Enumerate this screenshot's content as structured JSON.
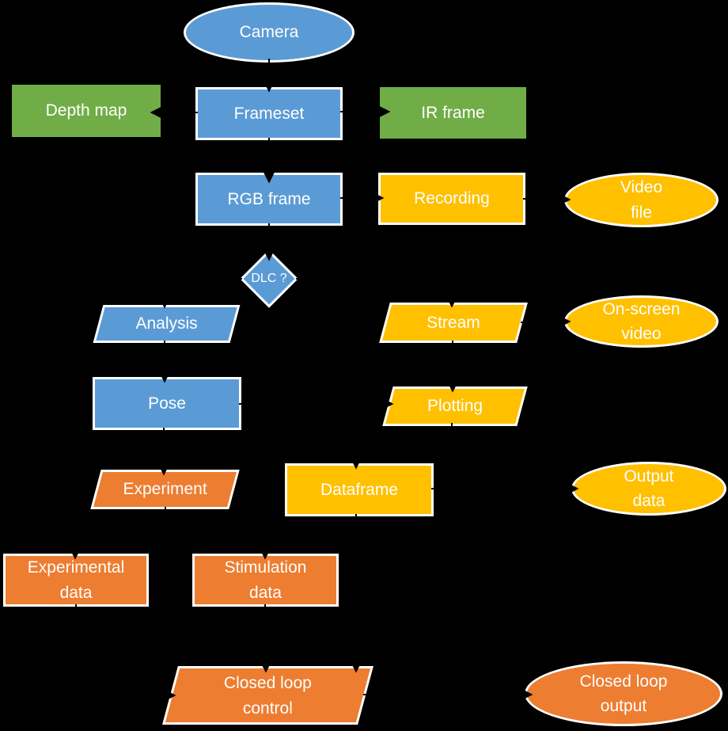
{
  "diagram": {
    "colors": {
      "blue": "#5B9BD5",
      "green": "#70AD47",
      "gold": "#FFC000",
      "orange": "#ED7D31",
      "border": "#FFFFFF",
      "text": "#FFFFFF",
      "background": "#000000",
      "connector": "#000000"
    },
    "nodes": {
      "camera": {
        "label": "Camera",
        "shape": "ellipse",
        "color": "blue",
        "border": true
      },
      "depth_map": {
        "label": "Depth map",
        "shape": "rect",
        "color": "green",
        "border": false
      },
      "frameset": {
        "label": "Frameset",
        "shape": "rect",
        "color": "blue",
        "border": true
      },
      "ir_frame": {
        "label": "IR frame",
        "shape": "rect",
        "color": "green",
        "border": false
      },
      "rgb_frame": {
        "label": "RGB frame",
        "shape": "rect",
        "color": "blue",
        "border": true
      },
      "recording": {
        "label": "Recording",
        "shape": "rect",
        "color": "gold",
        "border": true
      },
      "video_file": {
        "label": "Video\nfile",
        "shape": "ellipse",
        "color": "gold",
        "border": true
      },
      "dlc": {
        "label": "DLC ?",
        "shape": "diamond",
        "color": "blue",
        "border": true
      },
      "analysis": {
        "label": "Analysis",
        "shape": "parallelogram",
        "color": "blue",
        "border": true
      },
      "stream": {
        "label": "Stream",
        "shape": "parallelogram",
        "color": "gold",
        "border": true
      },
      "on_screen_video": {
        "label": "On-screen\nvideo",
        "shape": "ellipse",
        "color": "gold",
        "border": true
      },
      "pose": {
        "label": "Pose",
        "shape": "rect",
        "color": "blue",
        "border": true
      },
      "plotting": {
        "label": "Plotting",
        "shape": "parallelogram",
        "color": "gold",
        "border": true
      },
      "experiment": {
        "label": "Experiment",
        "shape": "parallelogram",
        "color": "orange",
        "border": true
      },
      "dataframe": {
        "label": "Dataframe",
        "shape": "rect",
        "color": "gold",
        "border": true
      },
      "output_data": {
        "label": "Output\ndata",
        "shape": "ellipse",
        "color": "gold",
        "border": true
      },
      "experimental_data": {
        "label": "Experimental\ndata",
        "shape": "rect",
        "color": "orange",
        "border": true
      },
      "stimulation_data": {
        "label": "Stimulation\ndata",
        "shape": "rect",
        "color": "orange",
        "border": true
      },
      "closed_loop_control": {
        "label": "Closed loop\ncontrol",
        "shape": "parallelogram",
        "color": "orange",
        "border": true
      },
      "closed_loop_output": {
        "label": "Closed loop\noutput",
        "shape": "ellipse",
        "color": "orange",
        "border": true
      }
    },
    "edges": [
      {
        "from": "camera",
        "to": "frameset"
      },
      {
        "from": "frameset",
        "to": "depth_map"
      },
      {
        "from": "frameset",
        "to": "ir_frame"
      },
      {
        "from": "frameset",
        "to": "rgb_frame"
      },
      {
        "from": "rgb_frame",
        "to": "recording"
      },
      {
        "from": "recording",
        "to": "video_file"
      },
      {
        "from": "rgb_frame",
        "to": "dlc"
      },
      {
        "from": "dlc",
        "to": "analysis"
      },
      {
        "from": "dlc",
        "to": "stream"
      },
      {
        "from": "analysis",
        "to": "pose"
      },
      {
        "from": "pose",
        "to": "experiment"
      },
      {
        "from": "pose",
        "to": "plotting"
      },
      {
        "from": "stream",
        "to": "plotting"
      },
      {
        "from": "stream",
        "to": "on_screen_video"
      },
      {
        "from": "plotting",
        "to": "dataframe"
      },
      {
        "from": "dataframe",
        "to": "output_data"
      },
      {
        "from": "dataframe",
        "to": "closed_loop_control"
      },
      {
        "from": "experiment",
        "to": "experimental_data"
      },
      {
        "from": "experiment",
        "to": "stimulation_data"
      },
      {
        "from": "stimulation_data",
        "to": "closed_loop_control"
      },
      {
        "from": "experimental_data",
        "to": "closed_loop_control"
      },
      {
        "from": "closed_loop_control",
        "to": "closed_loop_output"
      }
    ]
  }
}
